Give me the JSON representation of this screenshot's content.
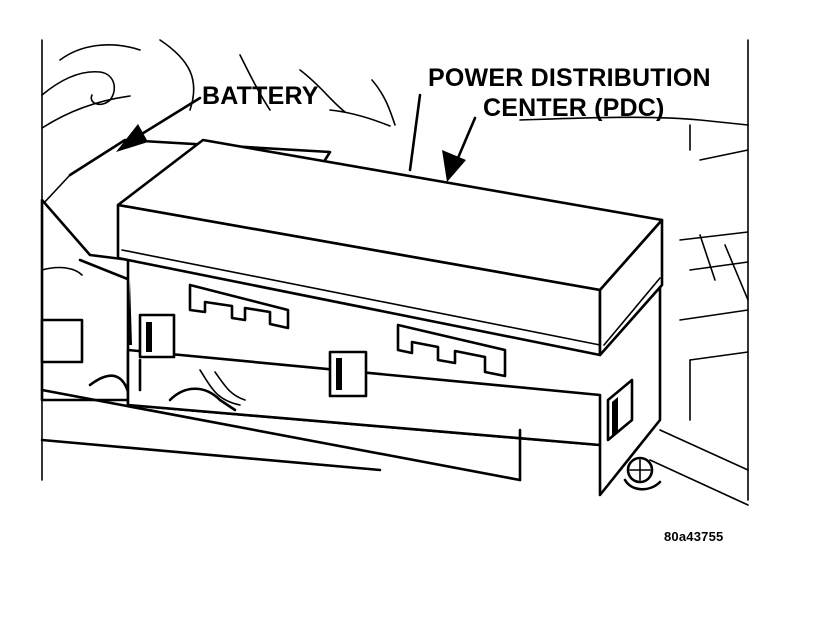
{
  "labels": {
    "battery": "BATTERY",
    "pdc_line1": "POWER DISTRIBUTION",
    "pdc_line2": "CENTER (PDC)",
    "figure_id": "80a43755"
  }
}
